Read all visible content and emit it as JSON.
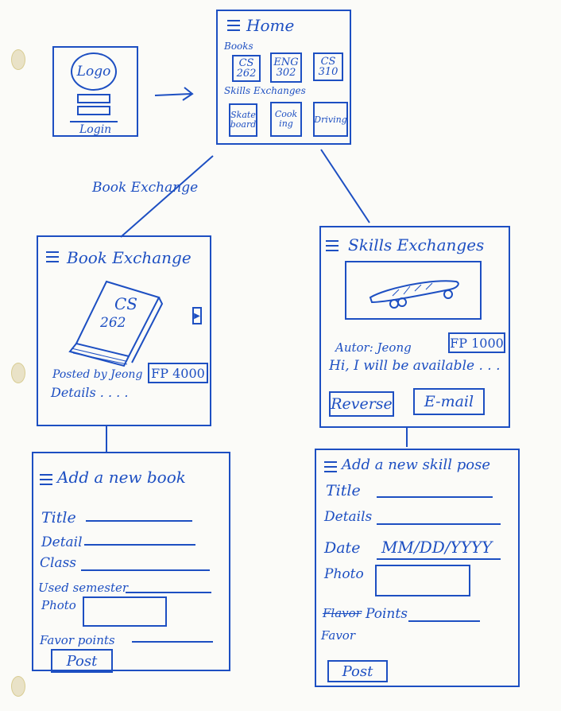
{
  "login": {
    "logo": "Logo",
    "button": "Login"
  },
  "home": {
    "title": "Home",
    "books_label": "Books",
    "books": [
      {
        "line1": "CS",
        "line2": "262"
      },
      {
        "line1": "ENG",
        "line2": "302"
      },
      {
        "line1": "CS",
        "line2": "310"
      }
    ],
    "skills_label": "Skills Exchanges",
    "skills": [
      {
        "line1": "Skate",
        "line2": "board"
      },
      {
        "line1": "Cook",
        "line2": "ing"
      },
      {
        "line1": "Driving",
        "line2": ""
      }
    ]
  },
  "connector_label": "Book Exchange",
  "book_exchange": {
    "title": "Book Exchange",
    "book_line1": "CS",
    "book_line2": "262",
    "posted_by": "Posted by Jeong",
    "fp": "FP 4000",
    "details": "Details . . . ."
  },
  "skills_exchange": {
    "title": "Skills Exchanges",
    "author": "Autor: Jeong",
    "fp": "FP 1000",
    "message": "Hi, I will be available . . .",
    "reserve": "Reverse",
    "email": "E-mail"
  },
  "add_book": {
    "title": "Add a new book",
    "fields": [
      "Title",
      "Detail",
      "Class",
      "Used semester",
      "Photo",
      "Favor points"
    ],
    "post": "Post"
  },
  "add_skill": {
    "title": "Add a new skill pose",
    "fields": [
      "Title",
      "Details",
      "Date",
      "Photo",
      "Points",
      "Favor"
    ],
    "date_placeholder": "MM/DD/YYYY",
    "struck": "Flavor",
    "post": "Post"
  }
}
